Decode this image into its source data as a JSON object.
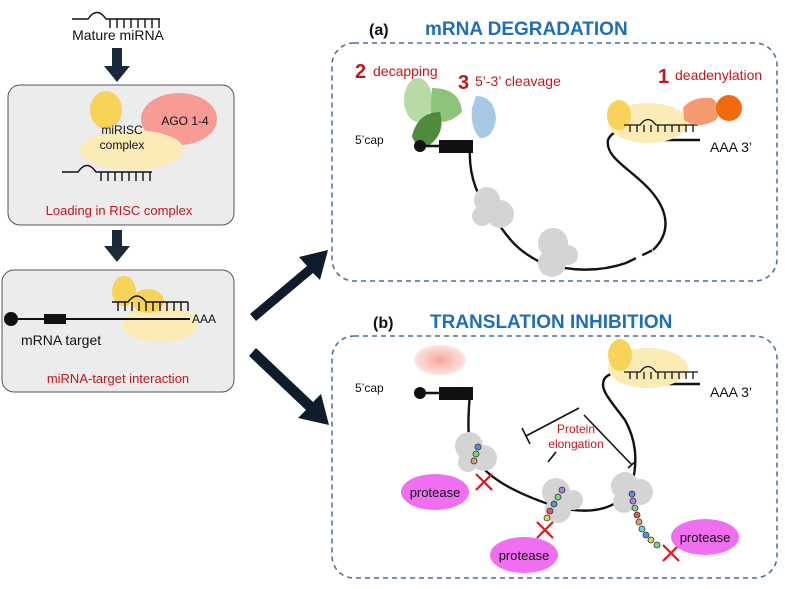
{
  "left_panel": {
    "top_label": "Mature miRNA",
    "box1": {
      "protein_label": "AGO 1-4",
      "complex_label_line1": "miRISC",
      "complex_label_line2": "complex",
      "caption": "Loading in RISC complex"
    },
    "box2": {
      "target_label": "mRNA target",
      "tail_label": "AAA",
      "caption": "miRNA-target interaction"
    }
  },
  "panel_a": {
    "letter": "(a)",
    "title": "mRNA DEGRADATION",
    "step2_number": "2",
    "step2_label": "decapping",
    "step3_number": "3",
    "step3_label": "5’-3’ cleavage",
    "step1_number": "1",
    "step1_label": "deadenylation",
    "cap_label": "5’cap",
    "tail_label": "AAA 3’"
  },
  "panel_b": {
    "letter": "(b)",
    "title": "TRANSLATION  INHIBITION",
    "cap_label": "5’cap",
    "tail_label": "AAA 3’",
    "elongation_line1": "Protein",
    "elongation_line2": "elongation",
    "protease_label": "protease"
  },
  "colors": {
    "title_blue": "#1f6fb8",
    "caption_red": "#c0171c",
    "protease_magenta": "#f06ef0",
    "ago_pink": "#f79b95",
    "mirisc_yellow": "#f7d35a",
    "complex_cream": "#fbebb7",
    "panel_gray": "#ececec",
    "ribosome_gray": "#d4d4d4",
    "dashed_border": "#4a6e8e"
  }
}
